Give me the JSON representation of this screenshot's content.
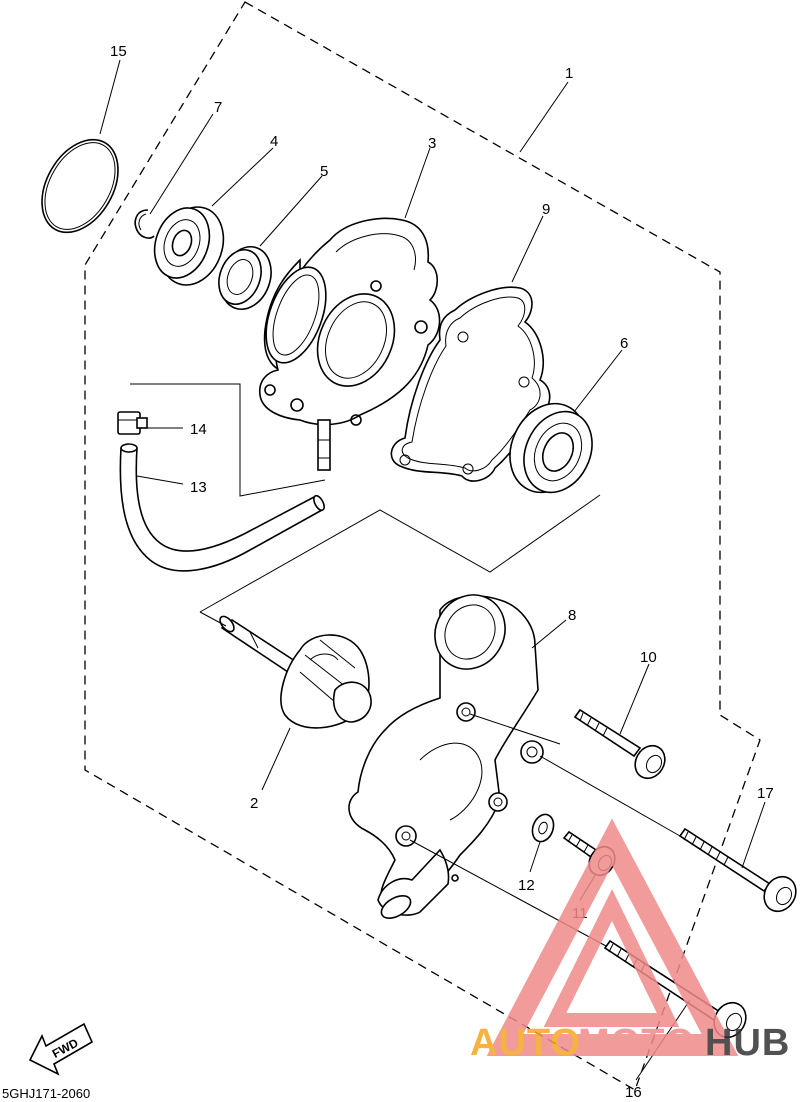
{
  "diagram": {
    "drawing_code": "5GHJ171-2060",
    "direction_label": "FWD",
    "watermark": {
      "text_a": "AUTO",
      "text_b": "MOTO",
      "text_c": "HUB",
      "color_a": "#f5a623",
      "color_b": "#f08a8a",
      "color_c": "#333333"
    },
    "callouts": [
      {
        "number": "1",
        "part": "water-pump-assembly"
      },
      {
        "number": "2",
        "part": "impeller-shaft"
      },
      {
        "number": "3",
        "part": "pump-housing-cover"
      },
      {
        "number": "4",
        "part": "bearing"
      },
      {
        "number": "5",
        "part": "oil-seal"
      },
      {
        "number": "6",
        "part": "bearing"
      },
      {
        "number": "7",
        "part": "circlip"
      },
      {
        "number": "8",
        "part": "pump-housing"
      },
      {
        "number": "9",
        "part": "gasket"
      },
      {
        "number": "10",
        "part": "bolt"
      },
      {
        "number": "11",
        "part": "bolt"
      },
      {
        "number": "12",
        "part": "washer"
      },
      {
        "number": "13",
        "part": "hose"
      },
      {
        "number": "14",
        "part": "clamp"
      },
      {
        "number": "15",
        "part": "o-ring"
      },
      {
        "number": "16",
        "part": "bolt"
      },
      {
        "number": "17",
        "part": "bolt"
      }
    ]
  }
}
